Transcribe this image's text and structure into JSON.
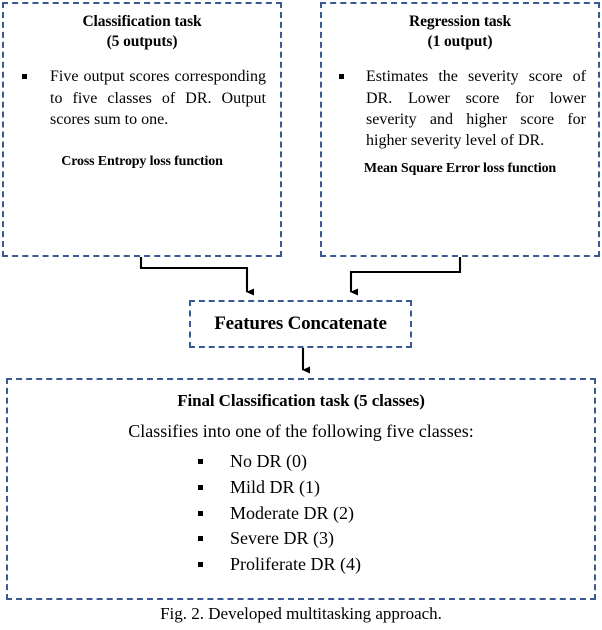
{
  "figure": {
    "caption": "Fig. 2. Developed multitasking approach.",
    "accent_color": "#3a5894",
    "line_color": "#000000",
    "background": "#ffffff"
  },
  "classification_box": {
    "title_line1": "Classification task",
    "title_line2": "(5 outputs)",
    "bullet": "Five output scores corresponding to five classes of DR. Output scores sum to one.",
    "loss_label": "Cross Entropy loss function"
  },
  "regression_box": {
    "title_line1": "Regression task",
    "title_line2": "(1 output)",
    "bullet": "Estimates the severity score of DR. Lower score for lower severity and higher score for higher severity level of DR.",
    "loss_label": "Mean Square Error loss function"
  },
  "concat_box": {
    "label": "Features Concatenate"
  },
  "final_box": {
    "title": "Final Classification task   (5 classes)",
    "subtitle": "Classifies into one of the following five classes:",
    "classes": [
      "No DR (0)",
      "Mild DR (1)",
      "Moderate DR (2)",
      "Severe DR (3)",
      "Proliferate DR (4)"
    ]
  }
}
